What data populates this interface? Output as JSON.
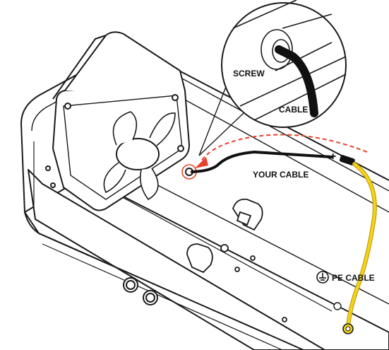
{
  "labels": {
    "screw": "SCREW",
    "cable": "CABLE",
    "your_cable": "YOUR CABLE",
    "pe_cable": "PE CABLE",
    "plus_sign": "+"
  },
  "colors": {
    "line": "#1a1a1a",
    "housing_fill": "#ffffff",
    "pe_wire": "#f5d21a",
    "pe_wire_outline": "#b89600",
    "arrow": "#e8412a",
    "signal_cable": "#111111"
  },
  "icons": {
    "ground": "ground-icon",
    "arrow": "dashed-arrow-icon",
    "screw": "screw-icon",
    "fan": "fan-icon"
  }
}
